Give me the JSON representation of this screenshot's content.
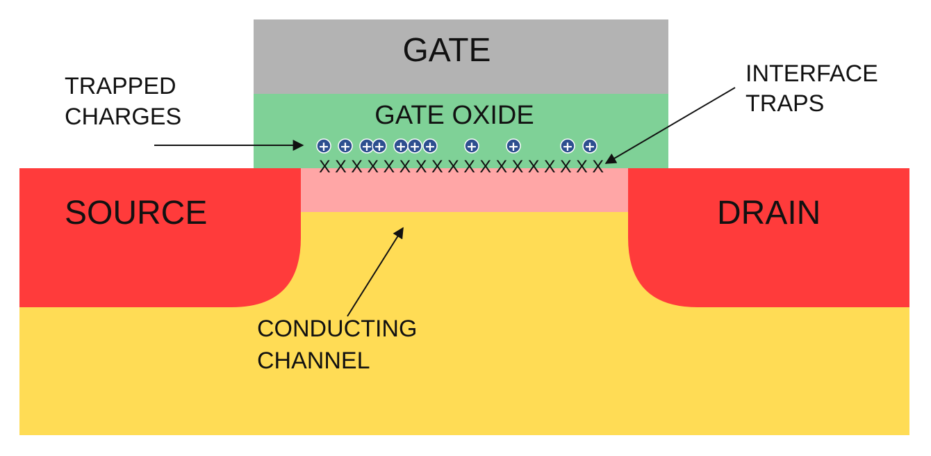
{
  "labels": {
    "gate": "GATE",
    "gate_oxide": "GATE OXIDE",
    "source": "SOURCE",
    "drain": "DRAIN",
    "trapped_charges": [
      "TRAPPED",
      "CHARGES"
    ],
    "interface_traps": [
      "INTERFACE",
      "TRAPS"
    ],
    "conducting_channel": [
      "CONDUCTING",
      "CHANNEL"
    ]
  },
  "trap_symbols": "XXXXXXXXXXXXXXXXXX",
  "trapped_charge_symbol": "+",
  "trapped_charge_count": 11,
  "colors": {
    "gate": "#b3b3b3",
    "gate_oxide": "#7fd197",
    "source_drain": "#ff3b3b",
    "channel": "#ffa6a6",
    "substrate": "#ffdc55",
    "charge": "#2d4f8f",
    "text": "#111111"
  }
}
